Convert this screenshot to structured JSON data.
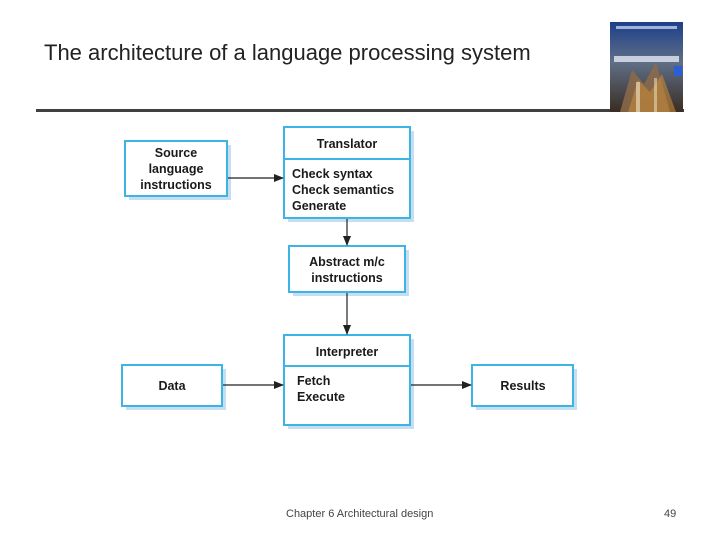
{
  "slide": {
    "title": "The architecture of a language processing system",
    "footer_chapter": "Chapter 6 Architectural design",
    "page_number": "49"
  },
  "book_cover": {
    "icon": "book-cover-image",
    "colors": {
      "top": "#1d3f8a",
      "bottom": "#3a2c22",
      "accent": "#c78a3a"
    }
  },
  "diagram": {
    "box_fill": "#ffffff",
    "box_border": "#3cb4e6",
    "shadow": "#c6dff0",
    "source": {
      "lines": [
        "Source",
        "language",
        "instructions"
      ]
    },
    "translator": {
      "header": "Translator",
      "body": [
        "Check syntax",
        "Check semantics",
        "Generate"
      ]
    },
    "abstract": {
      "lines": [
        "Abstract m/c",
        "instructions"
      ]
    },
    "interpreter": {
      "header": "Interpreter",
      "body": [
        "Fetch",
        "Execute"
      ]
    },
    "data": {
      "label": "Data"
    },
    "results": {
      "label": "Results"
    }
  }
}
